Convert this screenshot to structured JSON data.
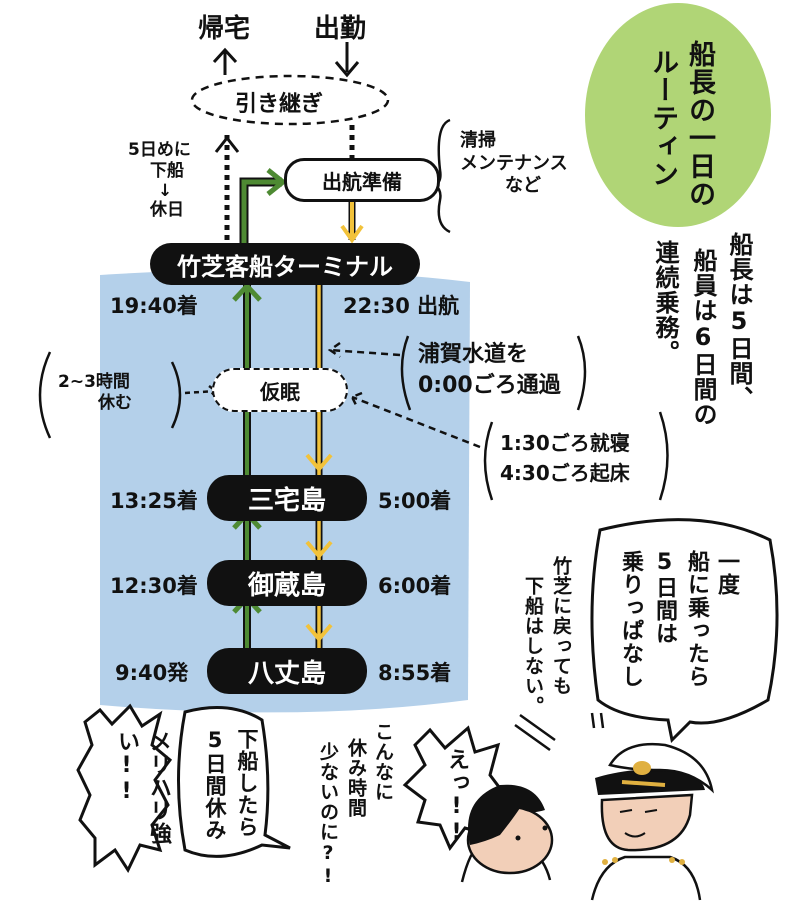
{
  "title": {
    "line1": "船長の一日の",
    "line2": "ルーティン",
    "bubble_color": "#a9d16a"
  },
  "colors": {
    "sea": "#b4d0ea",
    "return_arrow": "#4e8a33",
    "outbound_arrow": "#f2c23a",
    "pill": "#111111"
  },
  "top": {
    "home_label": "帰宅",
    "work_label": "出勤",
    "handover_label": "引き継ぎ"
  },
  "left_note": {
    "line1": "5日めに",
    "line2": "下船",
    "arrow": "↓",
    "line3": "休日"
  },
  "prep": {
    "label": "出航準備",
    "note_line1": "清掃",
    "note_line2": "メンテナンス",
    "note_line3": "など"
  },
  "stops": [
    {
      "name": "竹芝客船ターミナル",
      "left_time": "19:40着",
      "right_time": "22:30 出航"
    },
    {
      "name": "三宅島",
      "left_time": "13:25着",
      "right_time": "5:00着"
    },
    {
      "name": "御蔵島",
      "left_time": "12:30着",
      "right_time": "6:00着"
    },
    {
      "name": "八丈島",
      "left_time": "9:40発",
      "right_time": "8:55着"
    }
  ],
  "nap": {
    "label": "仮眠",
    "rest_note_line1": "2~3時間",
    "rest_note_line2": "休む"
  },
  "uraga_note": {
    "line1": "浦賀水道を",
    "line2": "0:00ごろ通過"
  },
  "sleep_note": {
    "line1": "1:30ごろ就寝",
    "line2": "4:30ごろ起床"
  },
  "crew_note": {
    "col1": "船長は5日間、",
    "col2": "船員は6日間の",
    "col3": "連続乗務。"
  },
  "captain_bubble": {
    "col1": "一度",
    "col2": "船に乗ったら",
    "col3": "5日間は",
    "col4": "乗りっぱなし"
  },
  "takeshiba_note": {
    "col1": "竹芝に戻っても",
    "col2": "下船はしない。"
  },
  "off_bubble": {
    "col1": "下船したら",
    "col2": "5日間休み"
  },
  "burst_left": {
    "text": "メリハリ強い!!"
  },
  "surprise_note": {
    "col1": "こんなに",
    "col2": "休み時間",
    "col3": "少ないのに?!"
  },
  "burst_right": {
    "text": "えっ!!"
  },
  "characters": {
    "reporter": "reporter-character",
    "captain": "captain-character"
  }
}
